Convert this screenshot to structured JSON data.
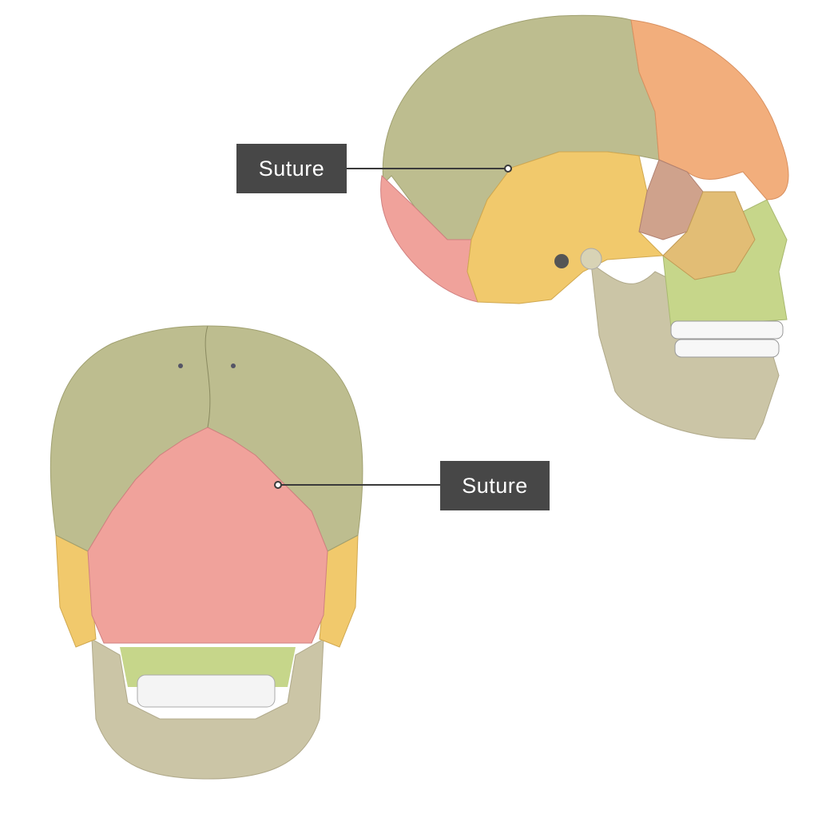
{
  "labels": [
    {
      "text": "Suture",
      "target": "lateral-skull-suture"
    },
    {
      "text": "Suture",
      "target": "posterior-skull-suture"
    }
  ],
  "colors": {
    "parietal": "#bdbd8f",
    "frontal": "#f2ae7c",
    "occipital": "#f0a29b",
    "temporal": "#f1c96c",
    "sphenoid": "#cfa28c",
    "maxilla": "#c6d68a",
    "mandible": "#cbc5a6",
    "teeth": "#f7f7f7",
    "label_bg": "#474747",
    "leader": "#3a3a3a"
  }
}
